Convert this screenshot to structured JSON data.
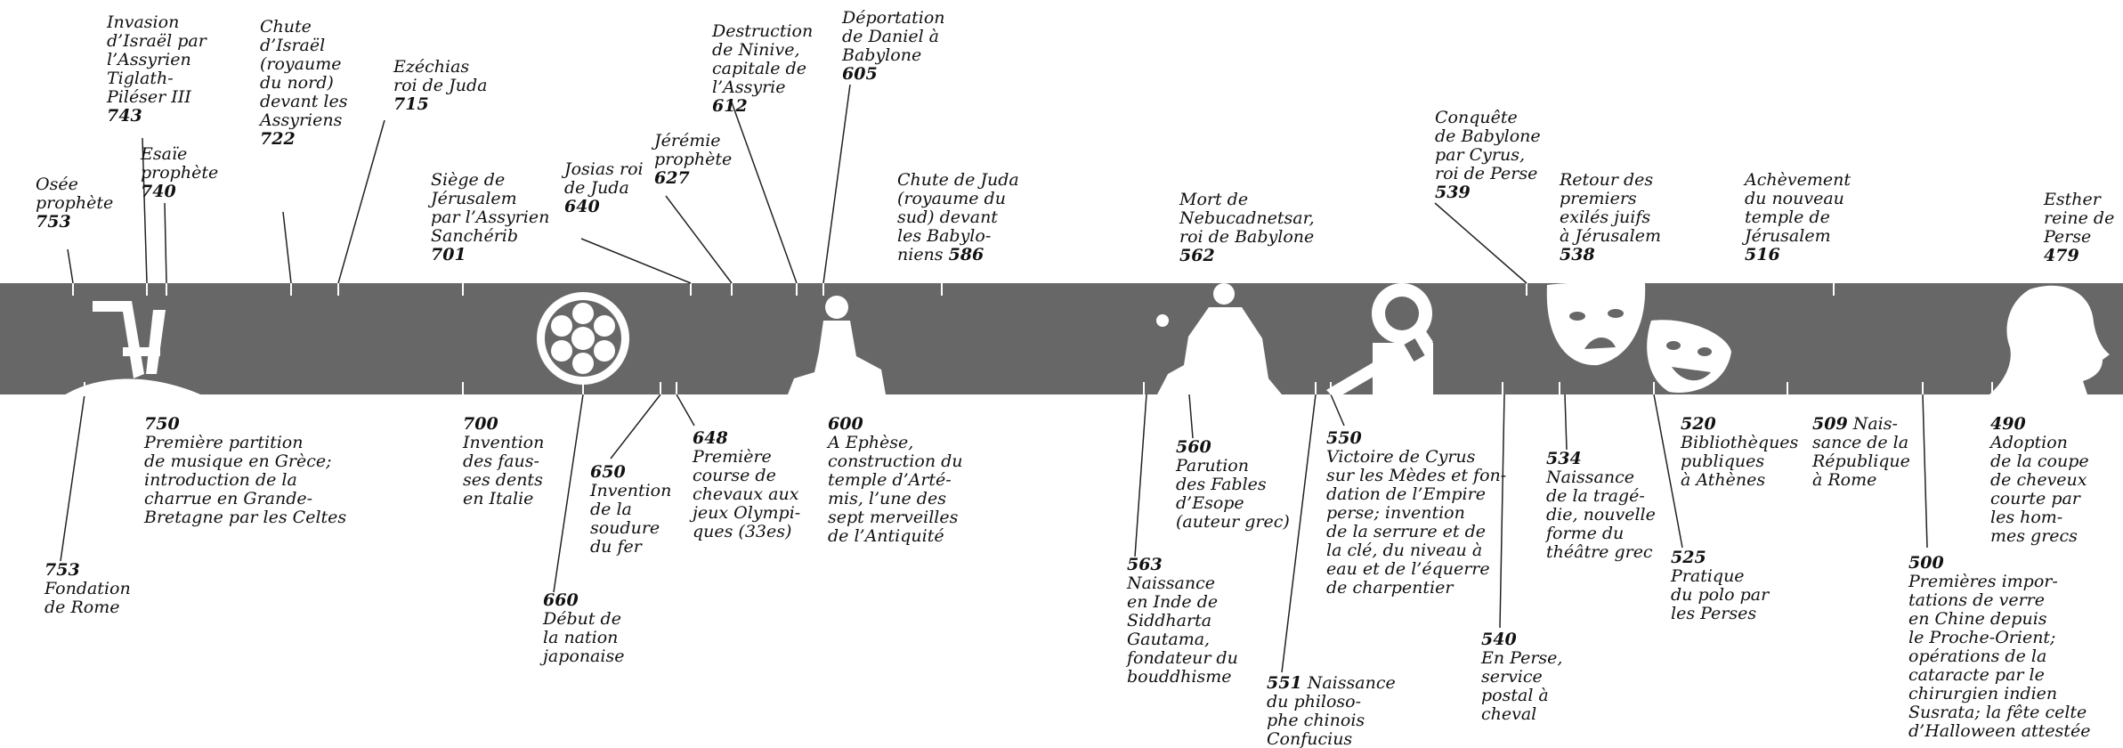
{
  "timeline": {
    "band_color": "#676767",
    "illustrations": [
      "plough-icon",
      "wheel-icon",
      "seated-figure-icon",
      "thinker-statue-icon",
      "key-icon",
      "theatre-masks-icon",
      "woman-profile-icon"
    ],
    "top_events": [
      {
        "id": "osee",
        "text": "Osée\nprophète",
        "year": "753"
      },
      {
        "id": "invasion",
        "text": "Invasion\nd’Israël par\nl’Assyrien\nTiglath-\nPiléser III",
        "year": "743"
      },
      {
        "id": "esaie",
        "text": "Esaïe\nprophète",
        "year": "740"
      },
      {
        "id": "chute-israel",
        "text": "Chute\nd’Israël\n(royaume\ndu nord)\ndevant les\nAssyriens",
        "year": "722"
      },
      {
        "id": "ezechias",
        "text": "Ezéchias\nroi de Juda",
        "year": "715"
      },
      {
        "id": "siege",
        "text": "Siège de\nJérusalem\npar l’Assyrien\nSanchérib",
        "year": "701"
      },
      {
        "id": "josias",
        "text": "Josias roi\nde Juda",
        "year": "640"
      },
      {
        "id": "jeremie",
        "text": "Jérémie\nprophète",
        "year": "627"
      },
      {
        "id": "ninive",
        "text": "Destruction\nde Ninive,\ncapitale de\nl’Assyrie",
        "year": "612"
      },
      {
        "id": "daniel",
        "text": "Déportation\nde Daniel à\nBabylone",
        "year": "605"
      },
      {
        "id": "chute-juda",
        "text": "Chute de Juda\n(royaume du\nsud) devant\nles Babylo-\nniens",
        "year": "586"
      },
      {
        "id": "nebucadnetsar",
        "text": "Mort de\nNebucadnetsar,\nroi de Babylone",
        "year": "562"
      },
      {
        "id": "babylone",
        "text": "Conquête\nde Babylone\npar Cyrus,\nroi de Perse",
        "year": "539"
      },
      {
        "id": "retour",
        "text": "Retour des\npremiers\nexilés juifs\nà Jérusalem",
        "year": "538"
      },
      {
        "id": "temple",
        "text": "Achèvement\ndu nouveau\ntemple de\nJérusalem",
        "year": "516"
      },
      {
        "id": "esther",
        "text": "Esther\nreine de\nPerse",
        "year": "479"
      }
    ],
    "bottom_events": [
      {
        "id": "b750",
        "year": "750",
        "text": "Première partition\nde musique en Grèce;\nintroduction de la\ncharrue en Grande-\nBretagne par les Celtes"
      },
      {
        "id": "b753",
        "year": "753",
        "text": "Fondation\nde Rome"
      },
      {
        "id": "b700",
        "year": "700",
        "text": "Invention\ndes faus-\nses dents\nen Italie"
      },
      {
        "id": "b650",
        "year": "650",
        "text": "Invention\nde la\nsoudure\ndu fer"
      },
      {
        "id": "b648",
        "year": "648",
        "text": "Première\ncourse de\nchevaux aux\njeux Olympi-\nques (33es)"
      },
      {
        "id": "b660",
        "year": "660",
        "text": "Début de\nla nation\njaponaise"
      },
      {
        "id": "b600",
        "year": "600",
        "text": "A Ephèse,\nconstruction du\ntemple d’Arté-\nmis, l’une des\nsept merveilles\nde l’Antiquité"
      },
      {
        "id": "b560",
        "year": "560",
        "text": "Parution\ndes Fables\nd’Esope\n(auteur grec)"
      },
      {
        "id": "b563",
        "year": "563",
        "text": "Naissance\nen Inde de\nSiddharta\nGautama,\nfondateur du\nbouddhisme"
      },
      {
        "id": "b550",
        "year": "550",
        "text": "Victoire de Cyrus\nsur les Mèdes et fon-\ndation de l’Empire\nperse; invention\nde la serrure et de\nla clé, du niveau à\neau et de l’équerre\nde charpentier"
      },
      {
        "id": "b551",
        "year": "551",
        "text": "Naissance\ndu philoso-\nphe chinois\nConfucius"
      },
      {
        "id": "b540",
        "year": "540",
        "text": "En Perse,\nservice\npostal à\ncheval"
      },
      {
        "id": "b534",
        "year": "534",
        "text": "Naissance\nde la tragé-\ndie, nouvelle\nforme du\nthéâtre grec"
      },
      {
        "id": "b520",
        "year": "520",
        "text": "Bibliothèques\npubliques\nà Athènes"
      },
      {
        "id": "b525",
        "year": "525",
        "text": "Pratique\ndu polo par\nles Perses"
      },
      {
        "id": "b509",
        "year": "509",
        "text": "Nais-\nsance de la\nRépublique\nà Rome"
      },
      {
        "id": "b490",
        "year": "490",
        "text": "Adoption\nde la coupe\nde cheveux\ncourte par\nles hom-\nmes grecs"
      },
      {
        "id": "b500",
        "year": "500",
        "text": "Premières impor-\ntations de verre\nen Chine depuis\nle Proche-Orient;\nopérations de la\ncataracte par le\nchirurgien indien\nSusrata; la fête celte\nd’Halloween attestée"
      }
    ]
  }
}
